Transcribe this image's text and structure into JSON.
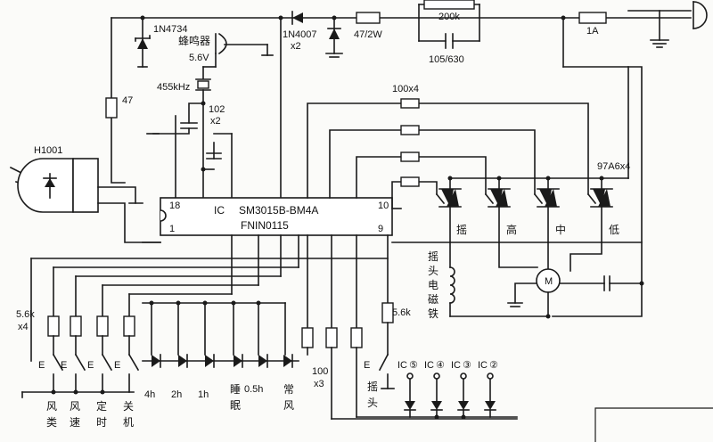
{
  "components": {
    "zener": "1N4734",
    "rectifier": "1N4007",
    "rectifier_qty": "x2",
    "drop_resistor": "47/2W",
    "bleed_resistor": "200k",
    "cap_x": "105/630",
    "fuse": "1A",
    "res_47": "47",
    "buzzer": "蜂鸣器",
    "buzzer_v": "5.6V",
    "crystal": "455kHz",
    "cap_102": "102",
    "cap_102_qty": "x2",
    "res_100x4": "100x4",
    "triac": "97A6x4",
    "ir_receiver": "H1001",
    "res_56k_x4": "5.6k",
    "res_56k_x4_qty": "x4",
    "res_56k": "5.6k",
    "res_100x3": "100",
    "res_100x3_qty": "x3"
  },
  "ic": {
    "ref": "IC",
    "part": "SM3015B-BM4A",
    "code": "FNIN0115",
    "pin18": "18",
    "pin1": "1",
    "pin10": "10",
    "pin9": "9"
  },
  "loads": {
    "swing": "摇",
    "high": "高",
    "mid": "中",
    "low": "低",
    "coil_1": "摇",
    "coil_2": "头",
    "coil_3": "电",
    "coil_4": "磁",
    "coil_5": "铁",
    "motor": "M"
  },
  "keys": {
    "e": "E",
    "k1a": "风",
    "k1b": "类",
    "k2a": "风",
    "k2b": "速",
    "k3a": "定",
    "k3b": "时",
    "k4a": "关",
    "k4b": "机",
    "k5a": "摇",
    "k5b": "头"
  },
  "leds": {
    "t4h": "4h",
    "t2h": "2h",
    "t1h": "1h",
    "t05h": "0.5h",
    "sleep_a": "睡",
    "sleep_b": "眠",
    "normal_a": "常",
    "normal_b": "风"
  },
  "ic_leds": {
    "ic": "IC",
    "n5": "⑤",
    "n4": "④",
    "n3": "③",
    "n2": "②"
  }
}
